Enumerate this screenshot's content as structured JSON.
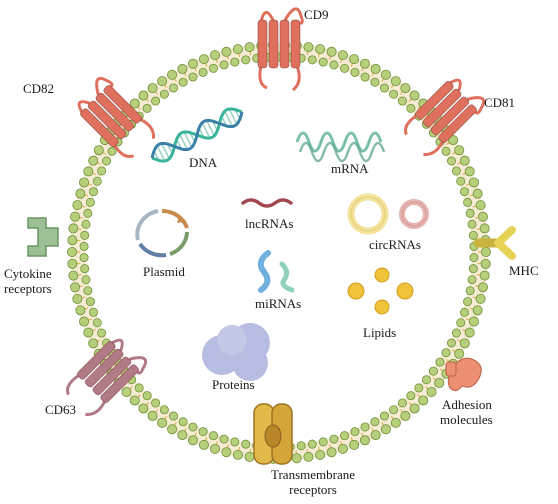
{
  "diagram": {
    "surface_markers": {
      "cd9": "CD9",
      "cd82": "CD82",
      "cd81": "CD81",
      "cd63": "CD63",
      "mhc": "MHC",
      "cytokine_receptors": [
        "Cytokine",
        "receptors"
      ],
      "adhesion_molecules": [
        "Adhesion",
        "molecules"
      ],
      "transmembrane_receptors": [
        "Transmembrane",
        "receptors"
      ]
    },
    "cargo": {
      "dna": "DNA",
      "mrna": "mRNA",
      "lncrnas": "lncRNAs",
      "circrnas": "circRNAs",
      "plasmid": "Plasmid",
      "mirnas": "miRNAs",
      "lipids": "Lipids",
      "proteins": "Proteins"
    },
    "colors": {
      "membrane_bead": "#b5cf7a",
      "membrane_bead_edge": "#6f8f3a",
      "membrane_fill": "#f6ecd3",
      "tail": "#e2b25a",
      "tetraspanin_red": "#e0705e",
      "tetraspanin_mauve": "#b07a86",
      "mhc": "#e6d257",
      "cytokine": "#9cbf95",
      "adhesion": "#ec8f72",
      "transmembrane": "#d4a63a",
      "dna_a": "#39b49a",
      "dna_b": "#3a7fa6",
      "mrna": "#7bbfad",
      "lncrna": "#a0474f",
      "circrna_a": "#f2e29a",
      "circrna_b": "#e7b3b0",
      "mirna": "#6fb0dc",
      "lipid": "#f0c43a",
      "protein": "#b7bde0"
    },
    "icons": [
      "tetraspanin-icon",
      "mhc-icon",
      "cytokine-receptor-icon",
      "adhesion-molecule-icon",
      "transmembrane-receptor-icon",
      "dna-helix-icon",
      "mrna-icon",
      "lncrna-icon",
      "circrna-icon",
      "plasmid-icon",
      "mirna-icon",
      "lipid-icon",
      "protein-icon"
    ]
  }
}
